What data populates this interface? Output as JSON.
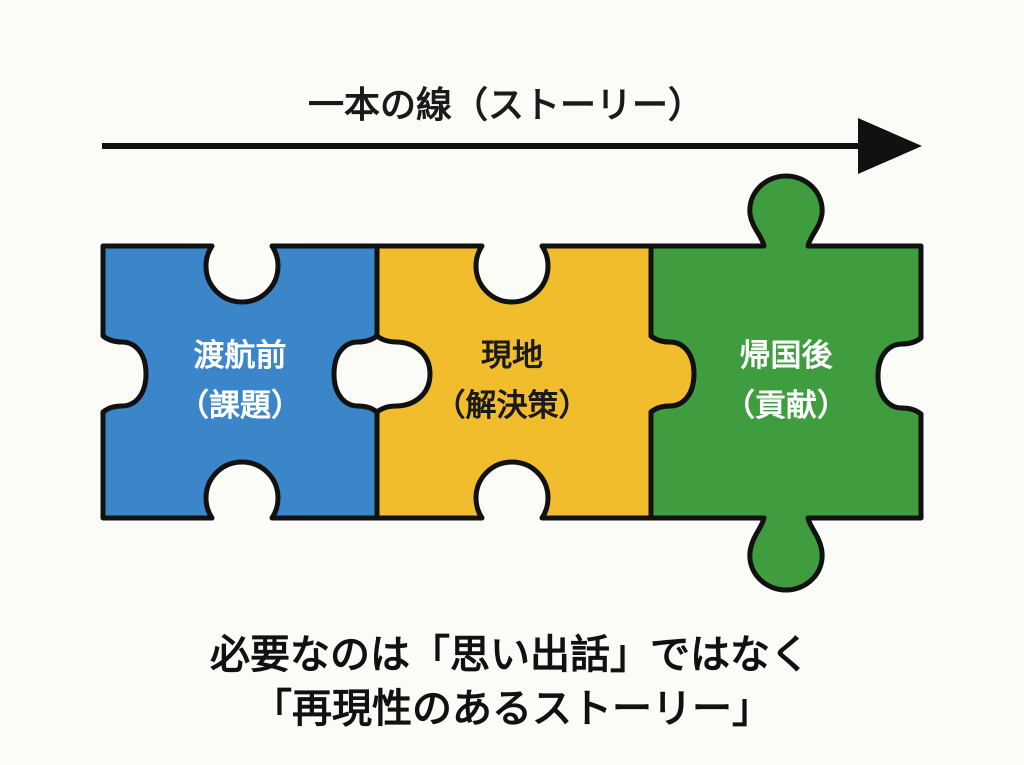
{
  "story_arrow": {
    "label": "一本の線（ストーリー）"
  },
  "pieces": [
    {
      "title": "渡航前",
      "subtitle": "（課題）",
      "color": "#3a86c8",
      "text_color": "#ffffff"
    },
    {
      "title": "現地",
      "subtitle": "（解決策）",
      "color": "#f2bd2c",
      "text_color": "#1a1a1a"
    },
    {
      "title": "帰国後",
      "subtitle": "（貢献）",
      "color": "#3f9c3f",
      "text_color": "#ffffff"
    }
  ],
  "caption": {
    "line1": "必要なのは「思い出話」ではなく",
    "line2": "「再現性のあるストーリー」"
  },
  "colors": {
    "outline": "#111111",
    "arrow": "#111111",
    "background": "#fbfbf8"
  }
}
